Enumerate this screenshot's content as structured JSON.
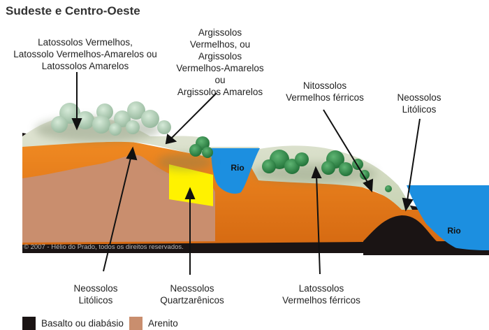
{
  "title": "Sudeste e Centro-Oeste",
  "labels": {
    "latossolos_top": "Latossolos Vermelhos,\nLatossolo Vermelhos-Amarelos ou\nLatossolos Amarelos",
    "argissolos": "Argissolos\nVermelhos, ou\nArgissolos\nVermelhos-Amarelos\nou\nArgissolos Amarelos",
    "nitossolos": "Nitossolos\nVermelhos férricos",
    "neossolos_litolicos_right": "Neossolos\nLitólicos",
    "neossolos_litolicos_bottom": "Neossolos\nLitólicos",
    "neossolos_quartzarenicos": "Neossolos\nQuartzarênicos",
    "latossolos_ferricos": "Latossolos\nVermelhos férricos",
    "rio_1": "Rio",
    "rio_2": "Rio"
  },
  "copyright": "© 2007 - Hélio do Prado, todos os direitos reservados.",
  "legend": [
    {
      "label": "Basalto ou diabásio",
      "color": "#1a1414"
    },
    {
      "label": "Arenito",
      "color": "#c98e6e"
    }
  ],
  "colors": {
    "orange": "#e07b1b",
    "sand": "#c98e6e",
    "basalt": "#1a1414",
    "water": "#1c8fe0",
    "yellow": "#fff200",
    "soil_light": "#cfd8bd",
    "tree": "#2f8c4a"
  }
}
